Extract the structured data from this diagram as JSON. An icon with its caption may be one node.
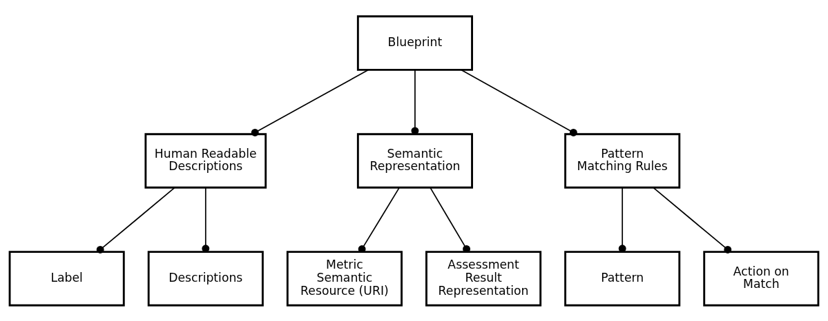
{
  "diagram": {
    "nodes": [
      {
        "text": [
          "Blueprint"
        ]
      },
      {
        "text": [
          "Human Readable Descriptions"
        ]
      },
      {
        "text": [
          "Semantic Representation"
        ]
      },
      {
        "text": [
          "Pattern Matching Rules"
        ]
      },
      {
        "text": [
          "Label"
        ]
      },
      {
        "text": [
          "Descriptions"
        ]
      },
      {
        "text": [
          "Metric Semantic Resource (URI)"
        ]
      },
      {
        "text": [
          "Assessment Result Representation"
        ]
      },
      {
        "text": [
          "Pattern"
        ]
      },
      {
        "text": [
          "Action on Match"
        ]
      }
    ],
    "edges": [
      {
        "from": 0,
        "to": 1,
        "arrow": "other"
      },
      {
        "from": 0,
        "to": 2,
        "arrow": "other"
      },
      {
        "from": 0,
        "to": 3,
        "arrow": "other"
      },
      {
        "from": 1,
        "to": 4,
        "arrow": "other"
      },
      {
        "from": 1,
        "to": 5,
        "arrow": "other"
      },
      {
        "from": 2,
        "to": 6,
        "arrow": "other"
      },
      {
        "from": 2,
        "to": 7,
        "arrow": "other"
      },
      {
        "from": 3,
        "to": 8,
        "arrow": "other"
      },
      {
        "from": 3,
        "to": 9,
        "arrow": "other"
      }
    ]
  }
}
